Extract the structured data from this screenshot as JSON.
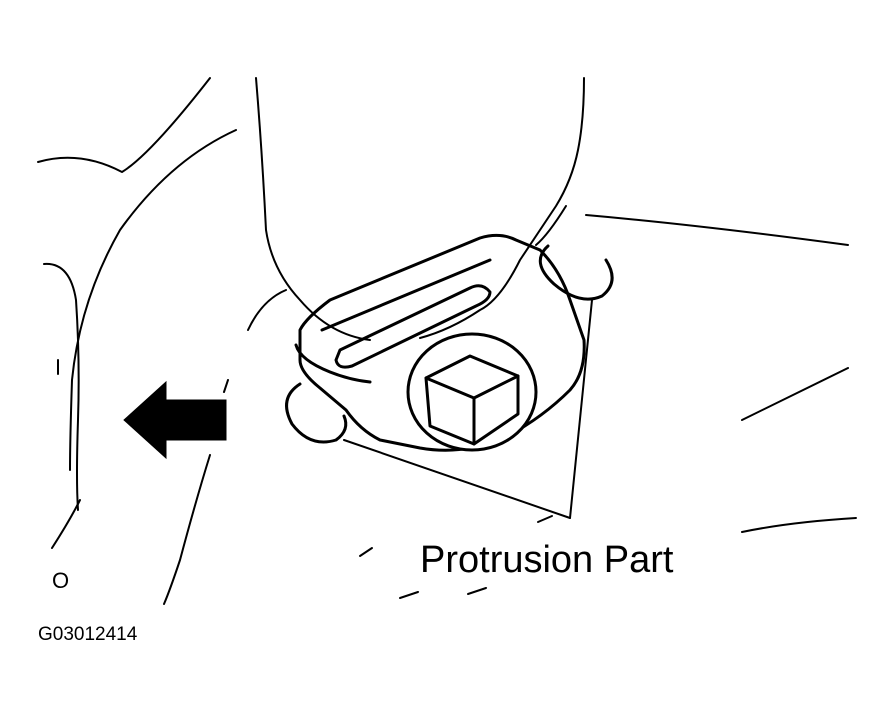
{
  "diagram": {
    "callout_label": "Protrusion Part",
    "corner_label": "O",
    "figure_code": "G03012414"
  },
  "colors": {
    "ink": "#000000",
    "paper": "#ffffff"
  },
  "icons": {
    "direction_arrow": "arrow-left-icon"
  }
}
